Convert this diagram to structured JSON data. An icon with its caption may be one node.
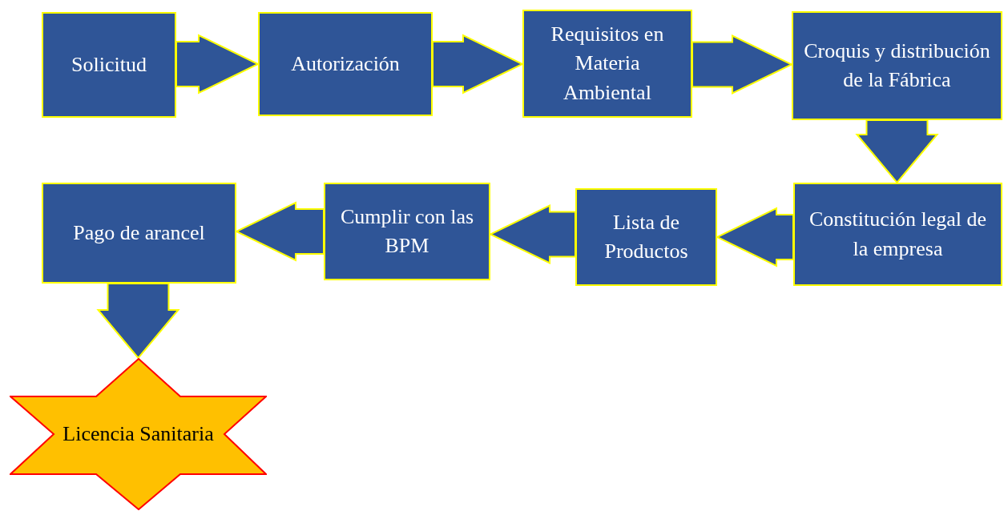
{
  "diagram": {
    "nodes": [
      {
        "text": [
          "Solicitud"
        ]
      },
      {
        "text": [
          "Autorización"
        ]
      },
      {
        "text": [
          "Requisitos en Materia Ambiental"
        ]
      },
      {
        "text": [
          "Croquis y distribución de la Fábrica"
        ]
      },
      {
        "text": [
          "Constitución legal de la empresa"
        ]
      },
      {
        "text": [
          "Lista de Productos"
        ]
      },
      {
        "text": [
          "Cumplir con las BPM"
        ]
      },
      {
        "text": [
          "Pago de arancel"
        ]
      },
      {
        "text": [
          "Licencia Sanitaria"
        ]
      }
    ],
    "edges": [
      {
        "from": 0,
        "to": 1,
        "arrow": "to"
      },
      {
        "from": 1,
        "to": 2,
        "arrow": "to"
      },
      {
        "from": 2,
        "to": 3,
        "arrow": "to"
      },
      {
        "from": 3,
        "to": 4,
        "arrow": "to"
      },
      {
        "from": 4,
        "to": 5,
        "arrow": "to"
      },
      {
        "from": 5,
        "to": 6,
        "arrow": "to"
      },
      {
        "from": 6,
        "to": 7,
        "arrow": "to"
      },
      {
        "from": 7,
        "to": 8,
        "arrow": "to"
      }
    ]
  }
}
